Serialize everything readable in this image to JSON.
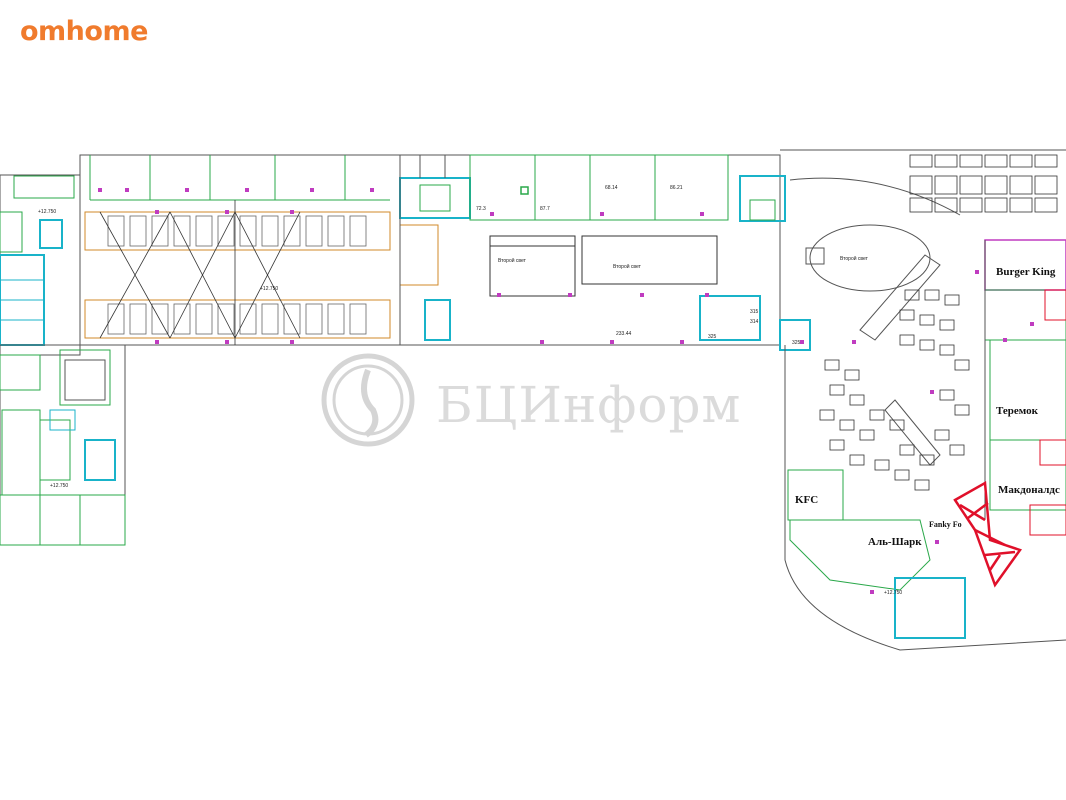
{
  "logo": {
    "text": "omhome",
    "color": "#f07b2d"
  },
  "watermark": {
    "text": "БЦИнформ"
  },
  "tenants": {
    "burger_king": "Burger King",
    "teremok": "Теремок",
    "mcdonalds": "Макдоналдс",
    "kfc": "KFC",
    "al_sharq": "Аль-Шарк",
    "fanky": "Fanky Fo"
  },
  "rooms": {
    "void_1": "Второй свет",
    "void_2": "Второй свет",
    "void_3": "Второй свет",
    "area_1": "68.14",
    "area_2": "86.21",
    "area_3": "87.7",
    "area_4": "72.3",
    "area_5": "233.44"
  },
  "levels": {
    "l1": "+12.750",
    "l2": "+12.750",
    "l3": "+12.750",
    "l4": "+12.750"
  },
  "unit_numbers": {
    "u1": "325",
    "u2": "325",
    "u3": "315",
    "u4": "314"
  },
  "colors": {
    "green": "#2aa84a",
    "cyan": "#19b3c9",
    "magenta": "#c03cc0",
    "orange": "#d08a2a",
    "red": "#e0102a",
    "dark": "#333333"
  }
}
